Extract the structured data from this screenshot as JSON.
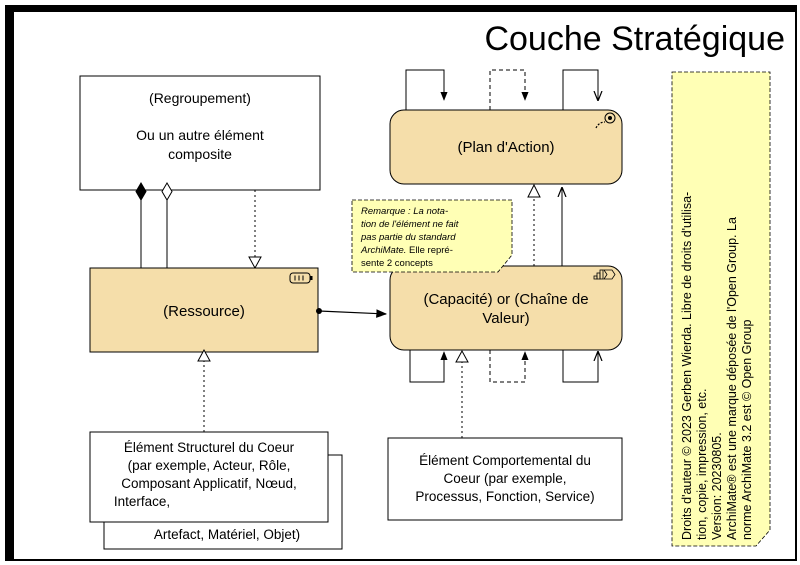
{
  "page": {
    "title": "Couche Stratégique"
  },
  "grouping": {
    "line1": "(Regroupement)",
    "line2": "Ou un autre élément",
    "line3": "composite"
  },
  "resource": {
    "label": "(Ressource)",
    "icon": "resource-icon"
  },
  "plan": {
    "label": "(Plan d'Action)",
    "icon": "course-of-action-icon"
  },
  "capability": {
    "line1": "(Capacité) or (Chaîne de",
    "line2": "Valeur)",
    "icon": "capability-value-stream-icon"
  },
  "structural": {
    "line1": "Élément Structurel du Coeur",
    "line2": "(par exemple, Acteur, Rôle,",
    "line3": "Composant Applicatif, Nœud,",
    "line4": "Interface,",
    "line5": "Artefact, Matériel, Objet)"
  },
  "behavioral": {
    "line1": "Élément Comportemental du",
    "line2": "Coeur (par exemple,",
    "line3": "Processus, Fonction, Service)"
  },
  "remark": {
    "line1": "Remarque : La nota-",
    "line2": "tion de l'élément ne fait",
    "line3": "pas partie du standard",
    "line4a": "ArchiMate.",
    "line4b": " Elle repré-",
    "line5": "sente 2 concepts"
  },
  "copyright": {
    "line1": "Droits d'auteur © 2023 Gerben Wierda. Libre de droits d'utilisa-",
    "line2": "tion, copie, impression, etc.",
    "line3": "Version: 20230805.",
    "line4": "ArchiMate® est une marque déposée de l'Open Group. La",
    "line5": "norme ArchiMate 3.2 est © Open Group"
  },
  "colors": {
    "element_fill": "#f5deaa",
    "note_fill": "#ffffb5",
    "border": "#000000",
    "background": "#ffffff"
  }
}
